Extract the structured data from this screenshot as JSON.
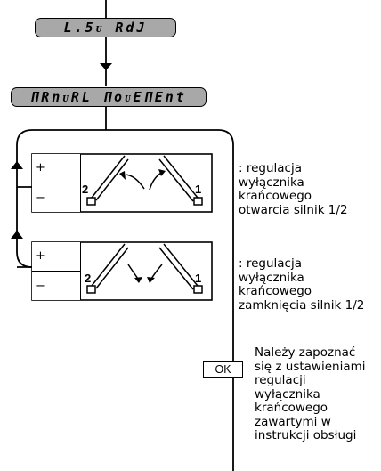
{
  "display1": "L.5ᴜ RdJ",
  "display2": "ΠRnᴜRL ΠoᴜEΠEnt",
  "panel1": {
    "plus": "+",
    "minus": "−",
    "motor_left": "2",
    "motor_right": "1",
    "description": ": regulacja\nwyłącznika\nkrańcowego\notwarcia silnik 1/2"
  },
  "panel2": {
    "plus": "+",
    "minus": "−",
    "motor_left": "2",
    "motor_right": "1",
    "description": ": regulacja\nwyłącznika\nkrańcowego\nzamknięcia silnik 1/2"
  },
  "ok_button": "OK",
  "note": "Należy zapoznać\nsię z ustawieniami\nregulacji\nwyłącznika\nkrańcowego\nzawartymi w\ninstrukcji obsługi"
}
